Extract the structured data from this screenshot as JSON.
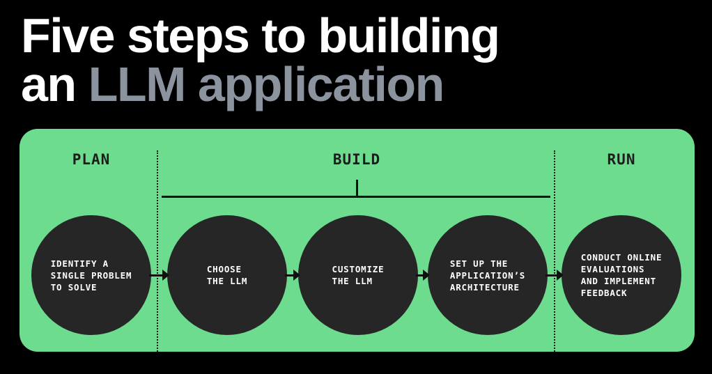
{
  "title": {
    "line1": "Five steps to building",
    "line2_white": "an",
    "line2_gray": "LLM application"
  },
  "colors": {
    "background": "#000000",
    "panel_green": "#6edc8e",
    "circle_dark": "#262626",
    "title_white": "#ffffff",
    "title_muted_gray": "#8b949e",
    "line_black": "#101010",
    "step_text_white": "#ffffff"
  },
  "diagram": {
    "sections": [
      {
        "label": "PLAN"
      },
      {
        "label": "BUILD"
      },
      {
        "label": "RUN"
      }
    ],
    "steps": [
      {
        "section": "PLAN",
        "text": "IDENTIFY A\nSINGLE PROBLEM\nTO SOLVE"
      },
      {
        "section": "BUILD",
        "text": "CHOOSE\nTHE LLM"
      },
      {
        "section": "BUILD",
        "text": "CUSTOMIZE\nTHE LLM"
      },
      {
        "section": "BUILD",
        "text": "SET UP THE\nAPPLICATION’S\nARCHITECTURE"
      },
      {
        "section": "RUN",
        "text": "CONDUCT ONLINE\nEVALUATIONS\nAND IMPLEMENT\nFEEDBACK"
      }
    ]
  }
}
